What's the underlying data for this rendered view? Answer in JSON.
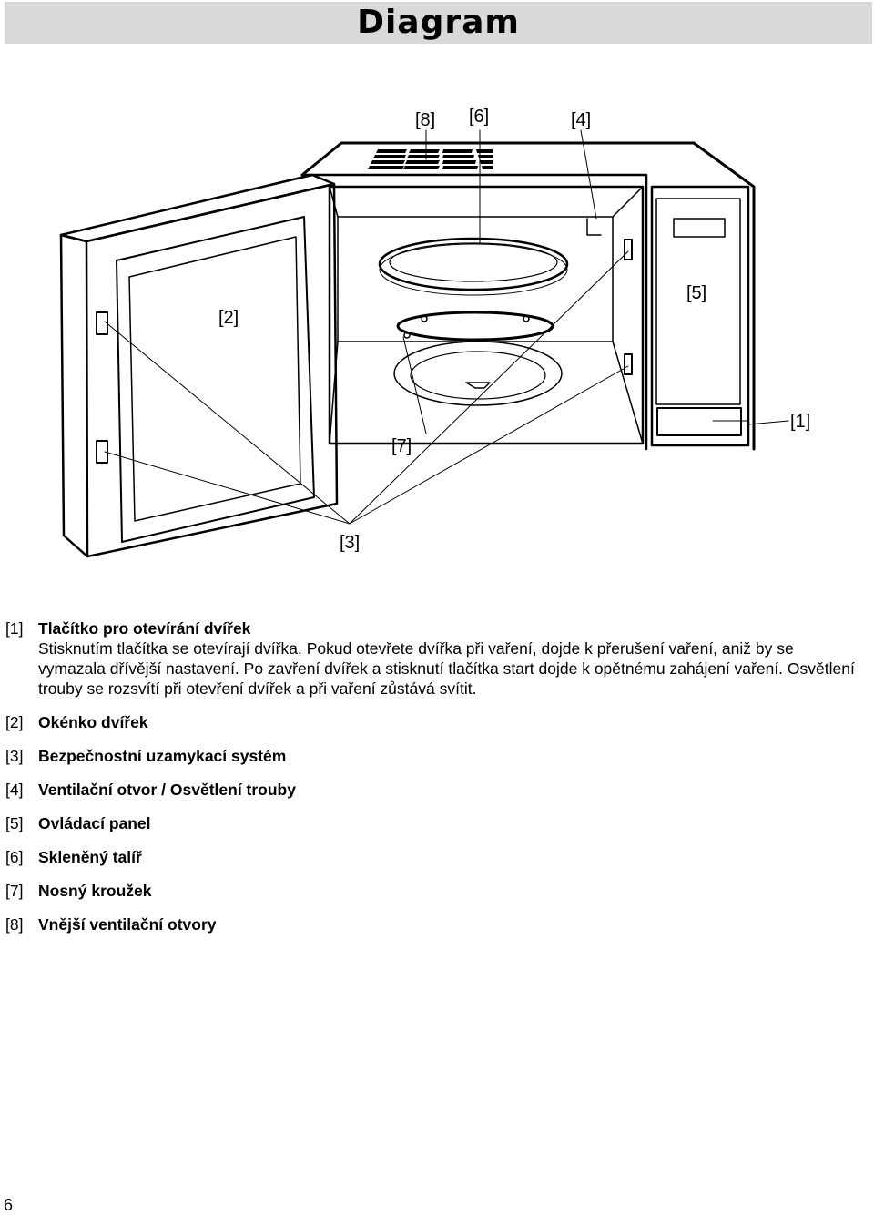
{
  "title": "Diagram",
  "callouts": {
    "c1": "[1]",
    "c2": "[2]",
    "c3": "[3]",
    "c4": "[4]",
    "c5": "[5]",
    "c6": "[6]",
    "c7": "[7]",
    "c8": "[8]"
  },
  "legend": [
    {
      "num": "[1]",
      "head": "Tlačítko pro otevírání dvířek",
      "desc": "Stisknutím tlačítka se otevírají dvířka. Pokud otevřete dvířka při vaření, dojde k přerušení vaření, aniž by se vymazala dřívější nastavení. Po zavření dvířek a stisknutí tlačítka start dojde k opětnému zahájení vaření. Osvětlení trouby se rozsvítí při otevření dvířek a při vaření zůstává svítit."
    },
    {
      "num": "[2]",
      "head": "Okénko dvířek"
    },
    {
      "num": "[3]",
      "head": "Bezpečnostní uzamykací systém"
    },
    {
      "num": "[4]",
      "head": "Ventilační otvor / Osvětlení trouby"
    },
    {
      "num": "[5]",
      "head": "Ovládací panel"
    },
    {
      "num": "[6]",
      "head": "Skleněný talíř"
    },
    {
      "num": "[7]",
      "head": "Nosný kroužek"
    },
    {
      "num": "[8]",
      "head": "Vnější ventilační otvory"
    }
  ],
  "page_number": "6"
}
